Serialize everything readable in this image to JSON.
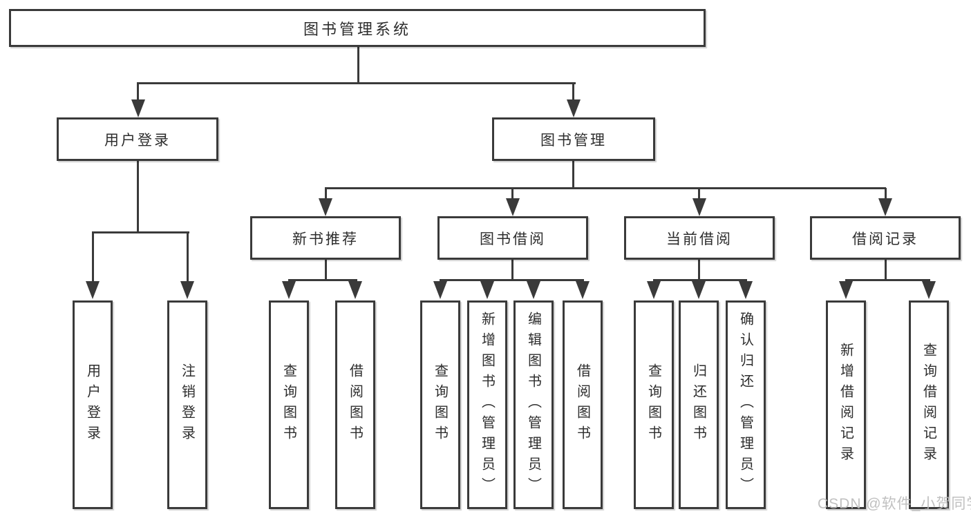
{
  "diagram": {
    "root": "图书管理系统",
    "level2": {
      "user_login": "用户登录",
      "book_management": "图书管理"
    },
    "level3": {
      "new_book_recommend": "新书推荐",
      "book_borrow": "图书借阅",
      "current_borrow": "当前借阅",
      "borrow_records": "借阅记录"
    },
    "leaves": {
      "login_user_login": "用户登录",
      "login_logout": "注销登录",
      "nb_query_books": "查询图书",
      "nb_borrow_books": "借阅图书",
      "bb_query_books": "查询图书",
      "bb_add_books": "新增图书（管理员）",
      "bb_edit_books": "编辑图书（管理员）",
      "bb_borrow_books": "借阅图书",
      "cb_query_books": "查询图书",
      "cb_return_books": "归还图书",
      "cb_confirm_return": "确认归还（管理员）",
      "br_add_record": "新增借阅记录",
      "br_query_record": "查询借阅记录"
    },
    "watermark": "CSDN @软件_小贺同学",
    "colors": {
      "line": "#3a3a3a",
      "text": "#2d2d2d",
      "watermark": "#bbbbbb",
      "background": "#ffffff"
    }
  }
}
